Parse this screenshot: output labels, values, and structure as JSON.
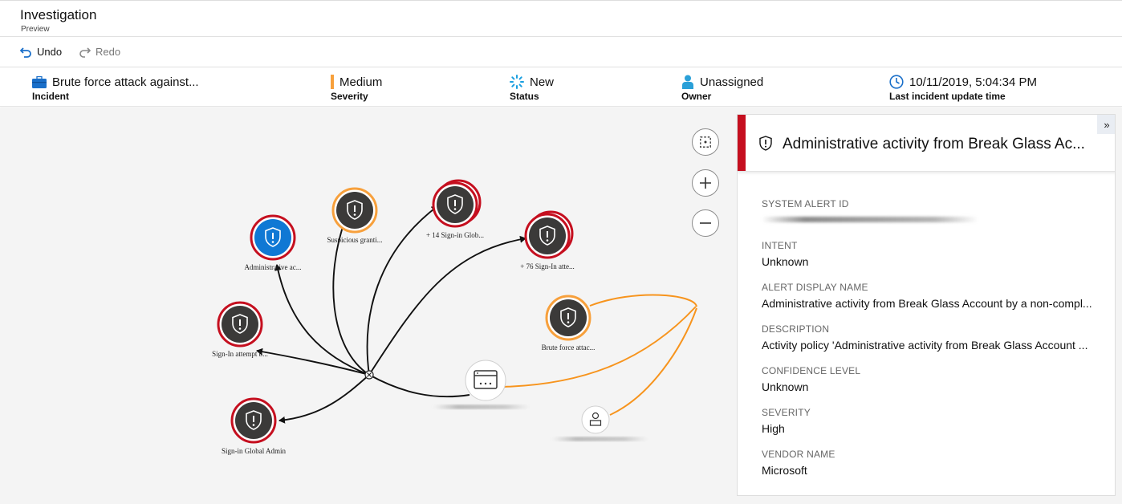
{
  "app": {
    "title": "Investigation",
    "subtitle": "Preview"
  },
  "toolbar": {
    "undo_label": "Undo",
    "redo_label": "Redo"
  },
  "incident": {
    "name": "Brute force attack against...",
    "name_label": "Incident",
    "severity": "Medium",
    "severity_label": "Severity",
    "severity_color": "#f7a03c",
    "status": "New",
    "status_label": "Status",
    "owner": "Unassigned",
    "owner_label": "Owner",
    "updated": "10/11/2019, 5:04:34 PM",
    "updated_label": "Last incident update time"
  },
  "graph": {
    "nodes": [
      {
        "label": "Administrative ac...",
        "ring": "#c50f1f",
        "fill": "#0f78d4"
      },
      {
        "label": "Suspicious granti...",
        "ring": "#f7a03c",
        "fill": "#3b3a39"
      },
      {
        "label": "+ 14 Sign-in Glob...",
        "ring": "#c50f1f",
        "fill": "#3b3a39"
      },
      {
        "label": "+ 76 Sign-In atte...",
        "ring": "#c50f1f",
        "fill": "#3b3a39"
      },
      {
        "label": "Sign-In attempt b...",
        "ring": "#c50f1f",
        "fill": "#3b3a39"
      },
      {
        "label": "Brute force attac...",
        "ring": "#f7a03c",
        "fill": "#3b3a39"
      },
      {
        "label": "Sign-in Global Admin",
        "ring": "#c50f1f",
        "fill": "#3b3a39"
      }
    ],
    "edge_black": "#111111",
    "edge_orange": "#f7941d"
  },
  "panel": {
    "title": "Administrative activity from Break Glass Ac...",
    "fields": [
      {
        "label": "SYSTEM ALERT ID",
        "value": ""
      },
      {
        "label": "INTENT",
        "value": "Unknown"
      },
      {
        "label": "ALERT DISPLAY NAME",
        "value": "Administrative activity from Break Glass Account by a non-compl..."
      },
      {
        "label": "DESCRIPTION",
        "value": "Activity policy 'Administrative activity from Break Glass Account ..."
      },
      {
        "label": "CONFIDENCE LEVEL",
        "value": "Unknown"
      },
      {
        "label": "SEVERITY",
        "value": "High"
      },
      {
        "label": "VENDOR NAME",
        "value": "Microsoft"
      }
    ]
  }
}
